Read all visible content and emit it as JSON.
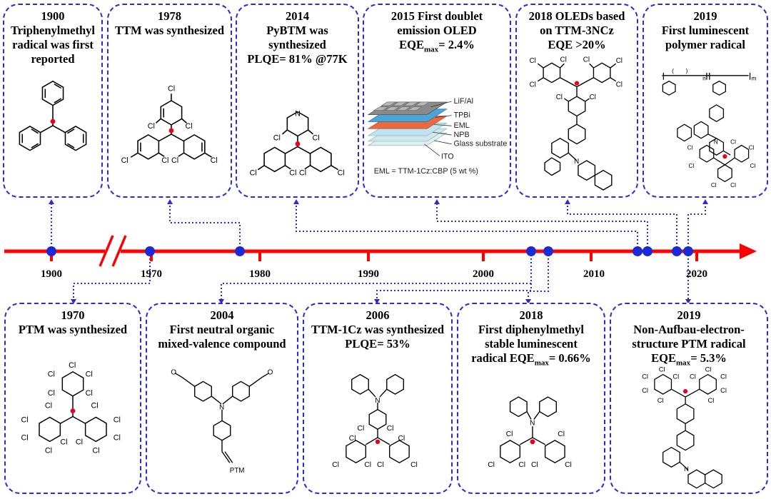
{
  "timeline": {
    "year_labels": [
      "1900",
      "1970",
      "1980",
      "1990",
      "2000",
      "2010",
      "2020"
    ],
    "colors": {
      "axis": "#ff0000",
      "event_dot": "#1a2bd6",
      "connector": "#2b2bd0",
      "radical_dot": "#e8001c"
    }
  },
  "top_events": [
    {
      "lines": [
        "1900",
        "Triphenylmethyl",
        "radical was first",
        "reported"
      ],
      "molecule": "triphenylmethyl-radical"
    },
    {
      "lines": [
        "1978",
        "TTM was synthesized"
      ],
      "molecule": "ttm-radical"
    },
    {
      "lines": [
        "2014",
        "PyBTM was",
        "synthesized",
        "PLQE= 81% @77K"
      ],
      "molecule": "pybtm-radical"
    },
    {
      "lines": [
        "2015 First doublet",
        "emission OLED"
      ],
      "eqe_prefix": "EQE",
      "eqe_sub": "max",
      "eqe_suffix": "= 2.4%",
      "molecule": "oled-device-stack",
      "device_layers": [
        "LiF/Al",
        "TPBi",
        "EML",
        "NPB",
        "Glass substrate",
        "ITO"
      ],
      "device_caption": "EML = TTM-1Cz:CBP (5 wt %)"
    },
    {
      "lines": [
        "2018 OLEDs based",
        "on TTM-3NCz",
        "EQE >20%"
      ],
      "molecule": "ttm-3ncz-radical"
    },
    {
      "lines": [
        "2019",
        "First luminescent",
        "polymer radical"
      ],
      "molecule": "polymer-radical"
    }
  ],
  "bottom_events": [
    {
      "lines": [
        "1970",
        "PTM was synthesized"
      ],
      "molecule": "ptm-radical"
    },
    {
      "lines": [
        "2004",
        "First neutral organic",
        "mixed-valence compound"
      ],
      "molecule": "mixed-valence-compound",
      "ptm_label": "PTM"
    },
    {
      "lines": [
        "2006",
        "TTM-1Cz was synthesized",
        "PLQE= 53%"
      ],
      "molecule": "ttm-1cz-radical"
    },
    {
      "lines": [
        "2018",
        "First diphenylmethyl",
        "stable luminescent"
      ],
      "eqe_prefix": "radical EQE",
      "eqe_sub": "max",
      "eqe_suffix": "= 0.66%",
      "molecule": "diphenylmethyl-radical"
    },
    {
      "lines": [
        "2019",
        "Non-Aufbau-electron-",
        "structure PTM radical"
      ],
      "eqe_prefix": "EQE",
      "eqe_sub": "max",
      "eqe_suffix": "= 5.3%",
      "molecule": "ptm-carbazole-radical"
    }
  ],
  "atom_labels": {
    "chlorine": "Cl",
    "nitrogen": "N"
  },
  "polymer_label": {
    "n": "n",
    "m": "m"
  }
}
